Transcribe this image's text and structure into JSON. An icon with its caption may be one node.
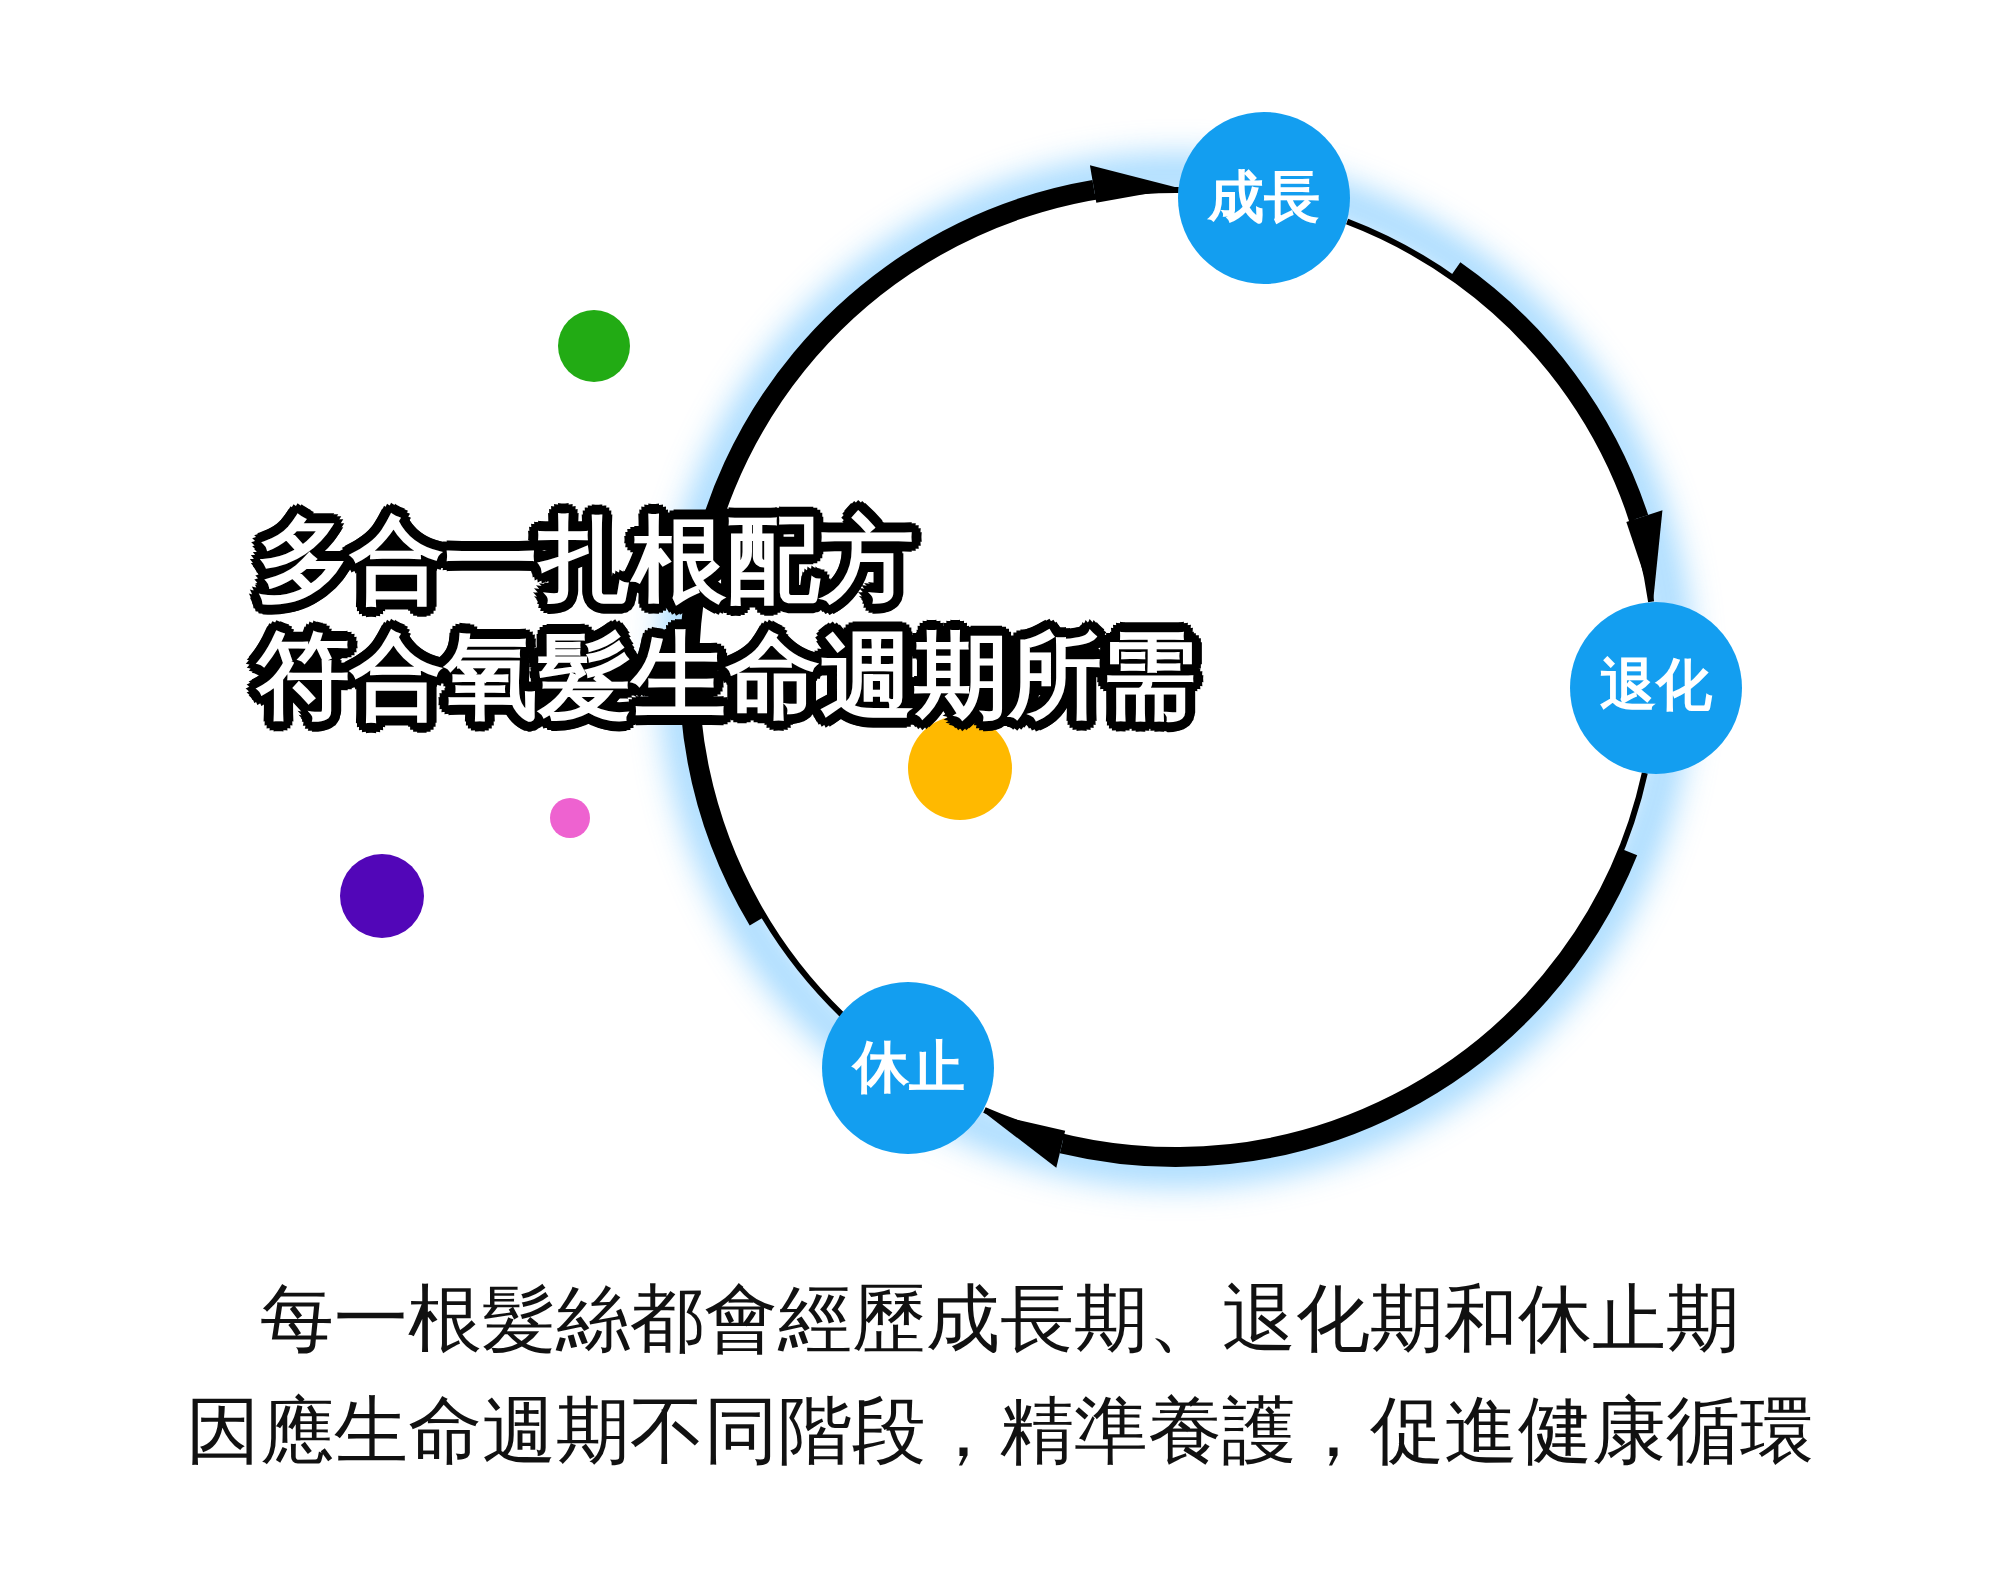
{
  "diagram": {
    "title": "多合一扎根配方",
    "nodes": [
      {
        "text": [
          "成長"
        ]
      },
      {
        "text": [
          "退化"
        ]
      },
      {
        "text": [
          "休止"
        ]
      }
    ],
    "edges": [
      {
        "from": 0,
        "to": 1,
        "arrow": "to"
      },
      {
        "from": 1,
        "to": 2,
        "arrow": "to"
      },
      {
        "from": 2,
        "to": 0,
        "arrow": "to"
      }
    ],
    "labels": [
      "符合氧髮生命週期所需",
      "每一根髮絲都會經歷成長期、退化期和休止期",
      "因應生命週期不同階段，精準養護，促進健康循環"
    ]
  }
}
